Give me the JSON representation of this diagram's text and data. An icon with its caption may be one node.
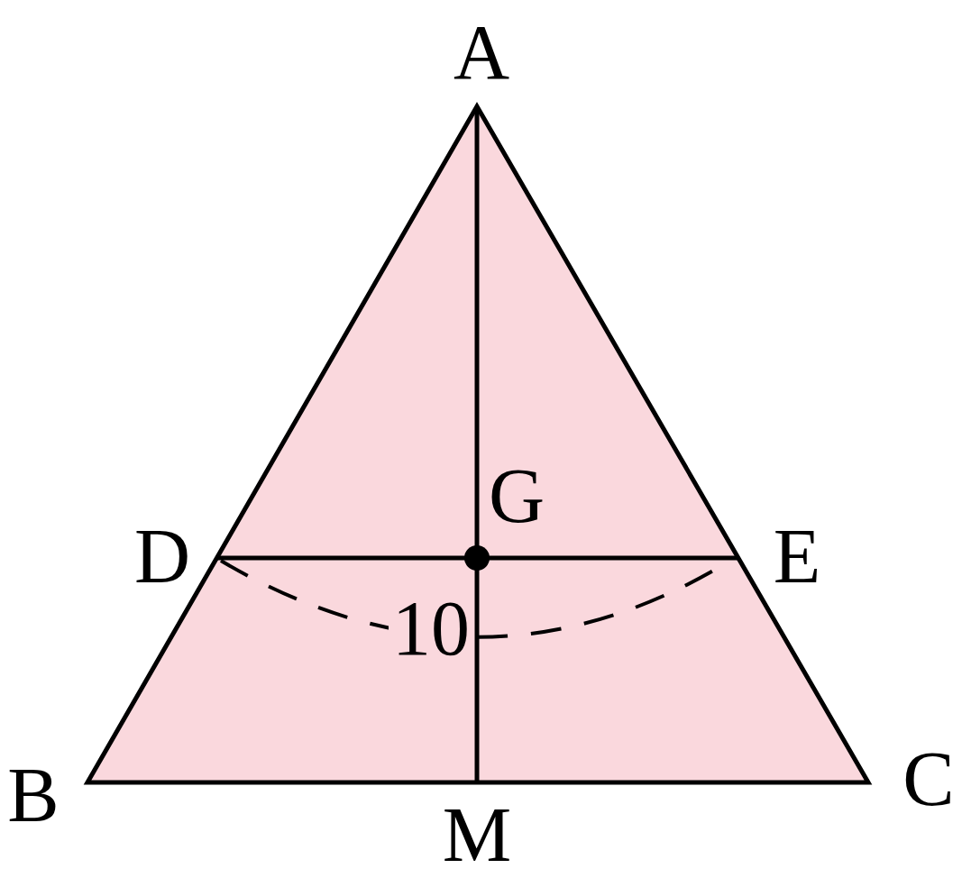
{
  "diagram": {
    "labels": [
      "A",
      "G",
      "D",
      "E",
      "10",
      "B",
      "C",
      "M"
    ]
  }
}
